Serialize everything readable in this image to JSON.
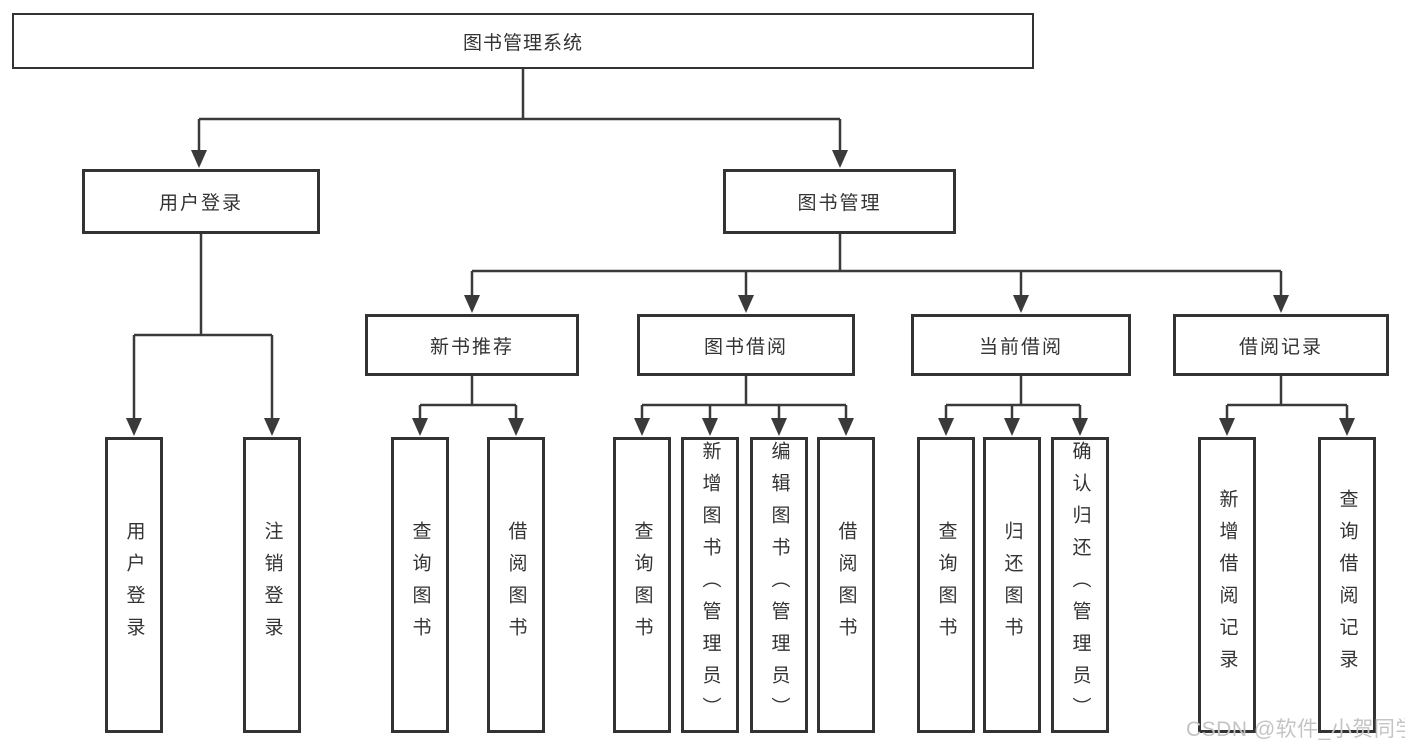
{
  "diagram": {
    "title": "图书管理系统",
    "nodes": {
      "root": "图书管理系统",
      "user_login": "用户登录",
      "book_mgmt": "图书管理",
      "new_books": "新书推荐",
      "book_borrow": "图书借阅",
      "current_borrow": "当前借阅",
      "borrow_records": "借阅记录"
    },
    "leaves": {
      "user_login": [
        "用户登录",
        "注销登录"
      ],
      "new_books": [
        "查询图书",
        "借阅图书"
      ],
      "book_borrow": [
        "查询图书",
        "新增图书（管理员）",
        "编辑图书（管理员）",
        "借阅图书"
      ],
      "current_borrow": [
        "查询图书",
        "归还图书",
        "确认归还（管理员）"
      ],
      "borrow_records": [
        "新增借阅记录",
        "查询借阅记录"
      ]
    }
  },
  "watermark": "CSDN @软件_小贺同学",
  "colors": {
    "line": "#3a3a3a",
    "box_border": "#333333",
    "text": "#333333",
    "background": "#ffffff",
    "watermark": "#c4c4c4"
  }
}
